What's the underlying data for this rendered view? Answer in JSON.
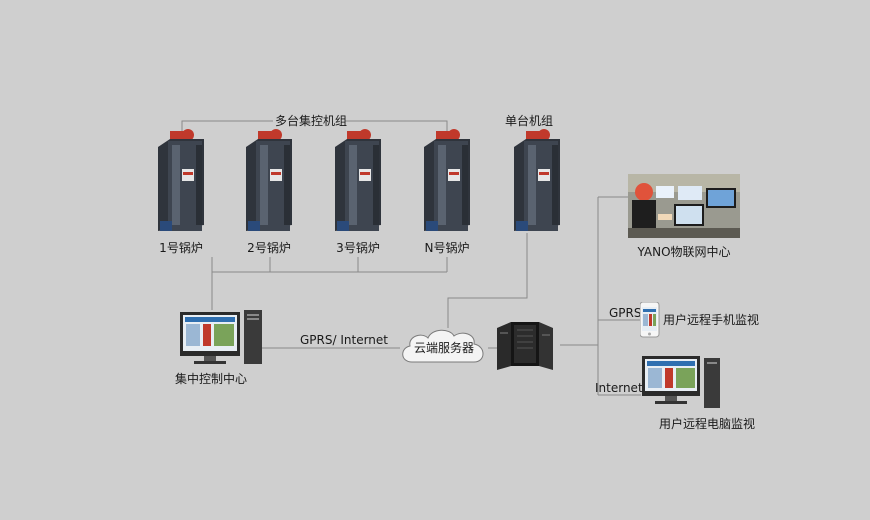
{
  "groups": {
    "multi_label": "多台集控机组",
    "single_label": "单台机组"
  },
  "boilers": [
    {
      "label": "1号锅炉"
    },
    {
      "label": "2号锅炉"
    },
    {
      "label": "3号锅炉"
    },
    {
      "label": "N号锅炉"
    },
    {
      "label": ""
    }
  ],
  "nodes": {
    "control_center": "集中控制中心",
    "link_gprs_internet": "GPRS/ Internet",
    "cloud_server": "云端服务器",
    "iot_center": "YANO物联网中心",
    "gprs": "GPRS",
    "mobile_monitor": "用户远程手机监视",
    "internet": "Internet",
    "pc_monitor": "用户远程电脑监视"
  },
  "colors": {
    "background": "#cfcfcf",
    "line": "#7a7a7a",
    "boiler_body": "#3e4550",
    "boiler_accent": "#c0392b",
    "screen": "#2f6fb0"
  }
}
